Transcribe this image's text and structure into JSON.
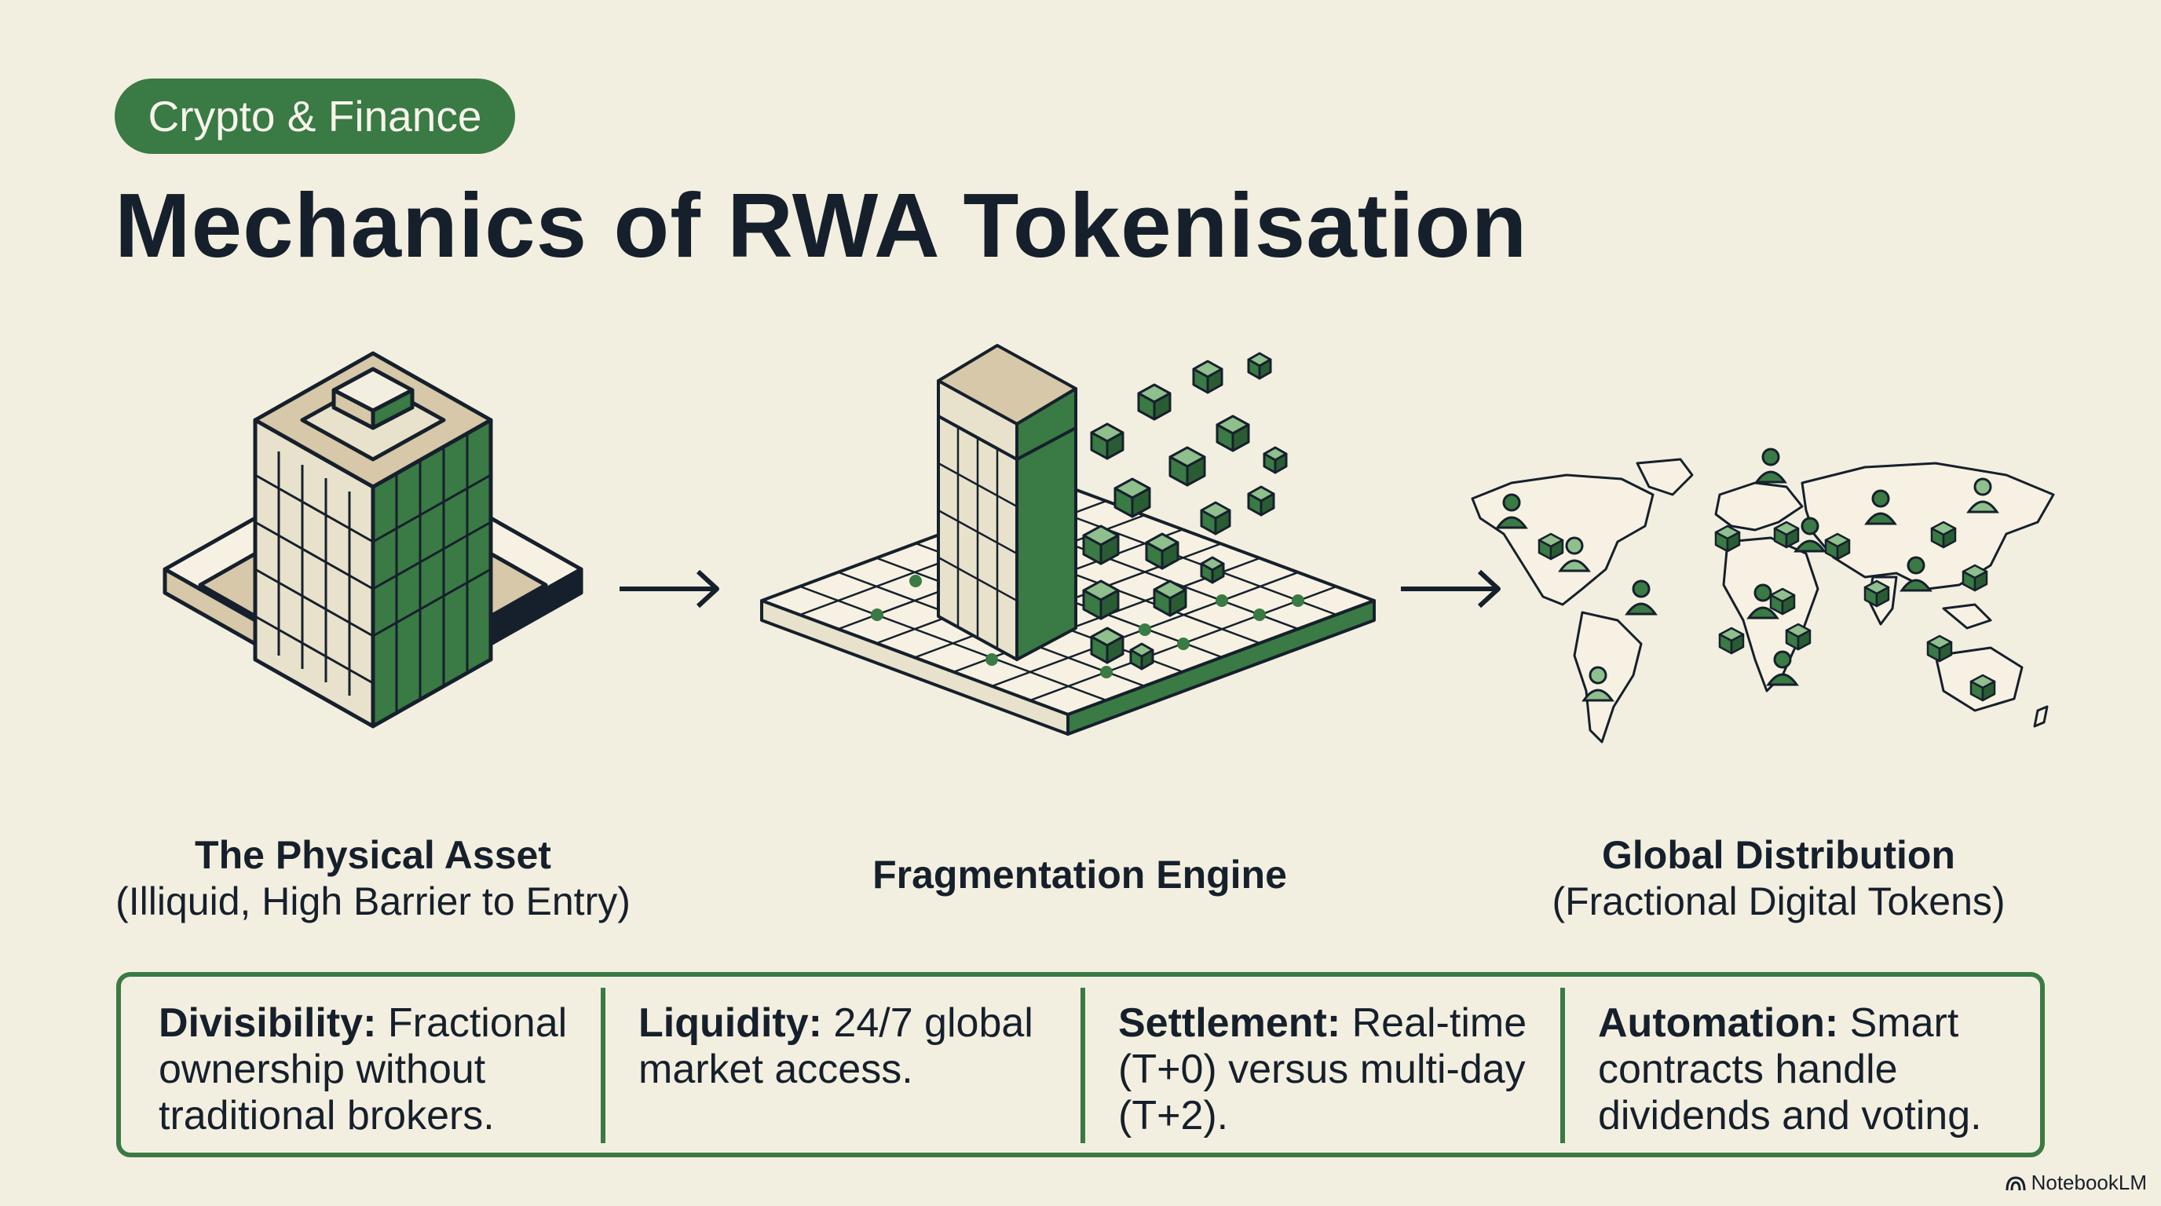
{
  "header": {
    "category": "Crypto & Finance",
    "title": "Mechanics of RWA Tokenisation"
  },
  "stages": [
    {
      "title": "The Physical Asset",
      "subtitle": "(Illiquid, High Barrier to Entry)",
      "icon": "building-icon"
    },
    {
      "title": "Fragmentation Engine",
      "subtitle": "",
      "icon": "fragmenting-building-icon"
    },
    {
      "title": "Global Distribution",
      "subtitle": "(Fractional Digital Tokens)",
      "icon": "world-map-icon"
    }
  ],
  "benefits": [
    {
      "term": "Divisibility:",
      "text": "Fractional ownership without traditional brokers."
    },
    {
      "term": "Liquidity:",
      "text": "24/7 global market access."
    },
    {
      "term": "Settlement:",
      "text": "Real-time (T+0) versus multi-day (T+2)."
    },
    {
      "term": "Automation:",
      "text": "Smart contracts handle dividends and voting."
    }
  ],
  "footer": {
    "brand": "NotebookLM"
  },
  "colors": {
    "background": "#f3efe0",
    "accent_green": "#3a7a44",
    "dark_text": "#16202c",
    "tan": "#d6c8a8"
  }
}
